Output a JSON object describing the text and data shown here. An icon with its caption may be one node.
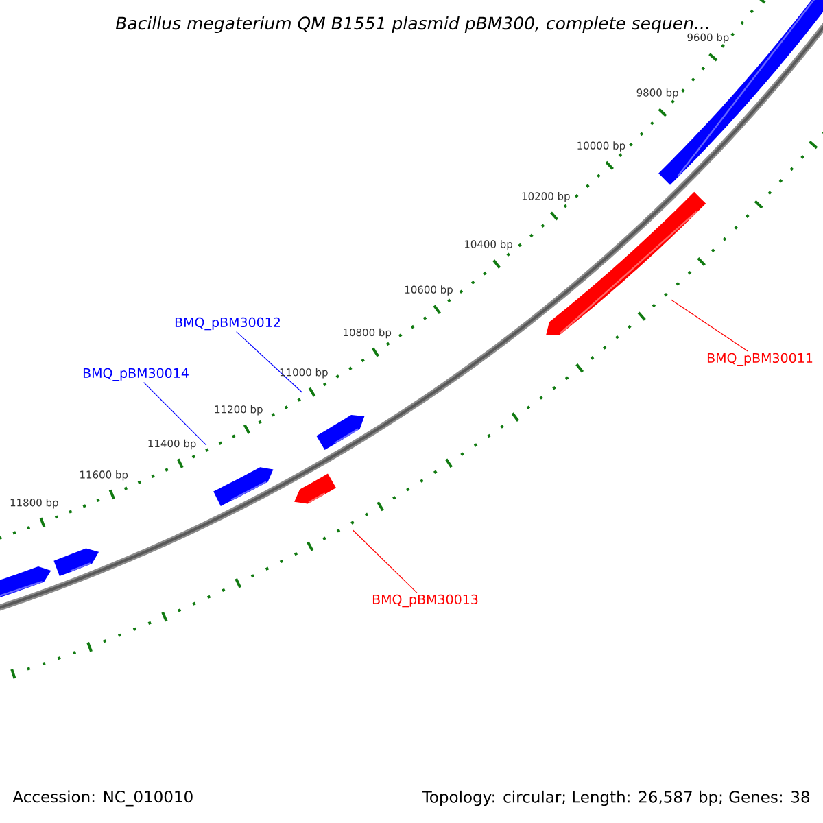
{
  "diagram": {
    "title": "*Bacillus megaterium* QM B1551 plasmid pBM300, complete sequen...",
    "nodes": [
      {
        "text": [],
        "shape": "arrow"
      },
      {
        "text": [],
        "shape": "arrow"
      },
      {
        "text": [
          "BMQ_pBM30012"
        ]
      },
      {
        "text": [
          "BMQ_pBM30011"
        ]
      },
      {
        "text": [
          "BMQ_pBM30014"
        ]
      },
      {
        "text": [],
        "shape": "arrow"
      },
      {
        "text": [],
        "shape": "arrow"
      },
      {
        "text": [],
        "shape": "arrow"
      },
      {
        "text": [],
        "shape": "arrow"
      },
      {
        "text": [],
        "shape": "arrow"
      },
      {
        "text": [
          "BMQ_pBM30013"
        ]
      }
    ],
    "edges": [
      {
        "from": 2,
        "to": 5,
        "arrow": "none",
        "color": "#0000ff"
      },
      {
        "from": 3,
        "to": 1,
        "arrow": "none",
        "color": "#ff0000"
      },
      {
        "from": 4,
        "to": 6,
        "arrow": "none",
        "color": "#0000ff"
      },
      {
        "from": 10,
        "to": 7,
        "arrow": "none",
        "color": "#ff0000"
      }
    ],
    "labels": [
      "9600 bp",
      "9800 bp",
      "10000 bp",
      "10200 bp",
      "10400 bp",
      "10600 bp",
      "10800 bp",
      "11000 bp",
      "11200 bp",
      "11400 bp",
      "11600 bp",
      "11800 bp",
      "Accession: NC_010010",
      "Topology: circular; Length: 26,587 bp; Genes: 38"
    ]
  }
}
